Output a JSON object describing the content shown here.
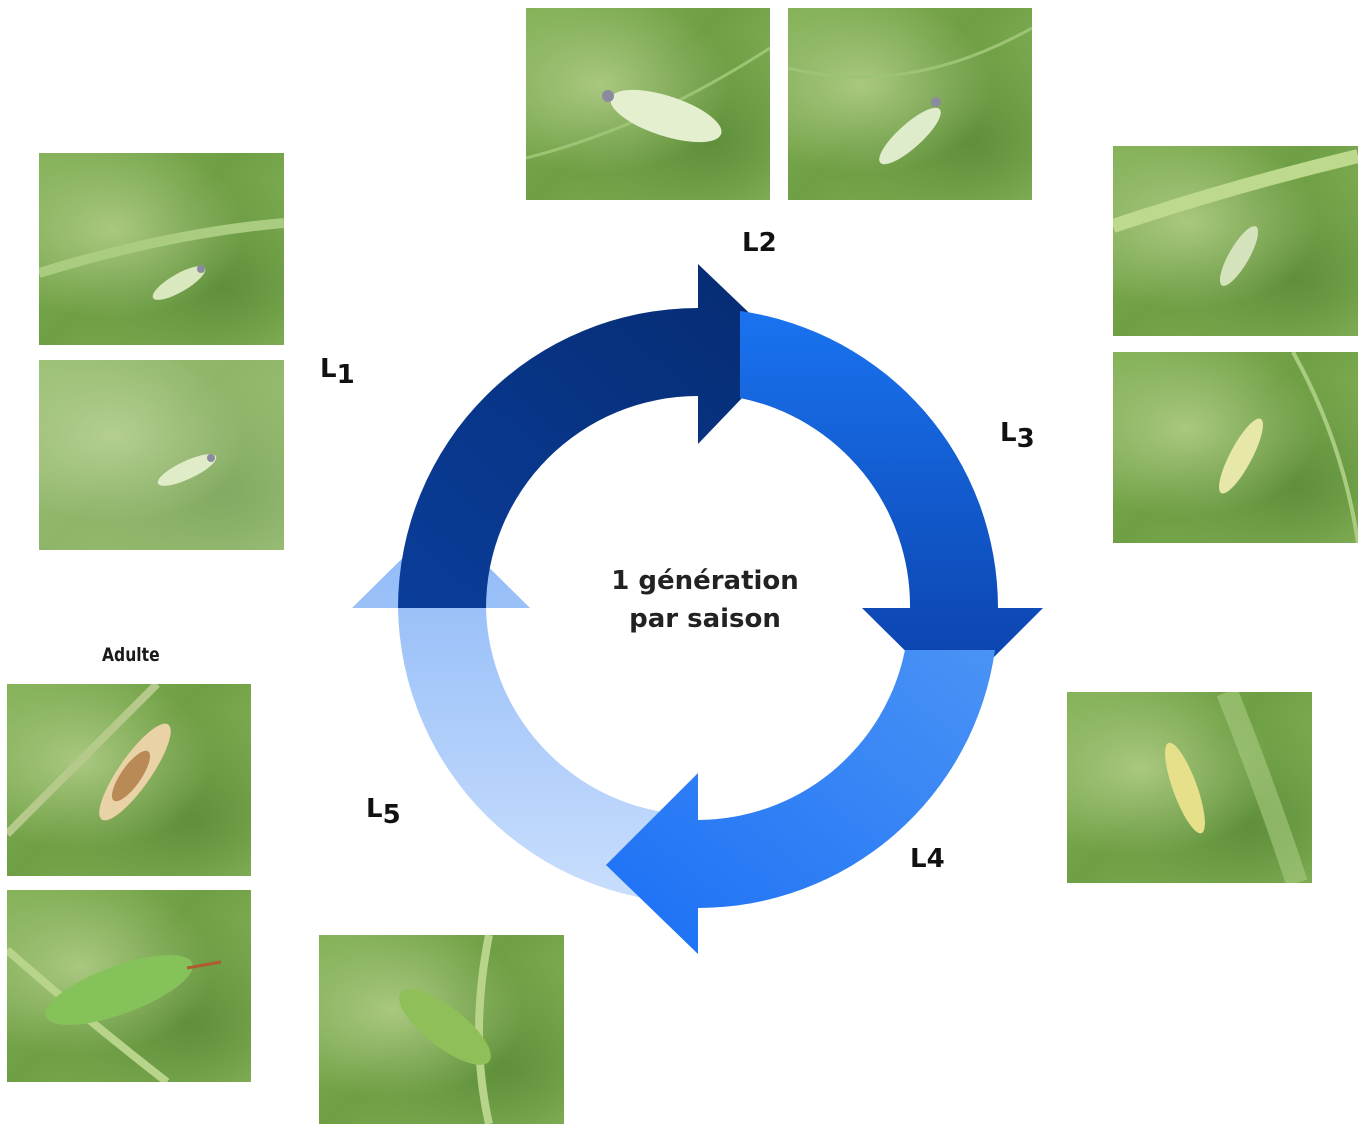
{
  "center": {
    "line1": "1 génération",
    "line2": "par saison"
  },
  "labels": {
    "l1": {
      "main": "L",
      "sub": "1"
    },
    "l2": {
      "main": "L2"
    },
    "l3": {
      "main": "L",
      "sub": "3"
    },
    "l4": {
      "main": "L4"
    },
    "l5": {
      "main": "L",
      "sub": "5"
    },
    "adult": "Adulte"
  },
  "colors": {
    "arrow_top_start": "#0a3d9a",
    "arrow_top_end": "#062b70",
    "arrow_right_start": "#1a73f0",
    "arrow_right_end": "#0a3fa8",
    "arrow_bottom_start": "#4a93f5",
    "arrow_bottom_end": "#1a6ff5",
    "arrow_left_start": "#c9defd",
    "arrow_left_end": "#8db8f7",
    "leaf_green": "#7aab4e"
  },
  "photos": [
    {
      "stage": "L2",
      "insect": "pale-white-nymph"
    },
    {
      "stage": "L2",
      "insect": "pale-white-nymph"
    },
    {
      "stage": "L1",
      "insect": "pale-nymph"
    },
    {
      "stage": "L1",
      "insect": "pale-nymph"
    },
    {
      "stage": "L3",
      "insect": "pale-nymph"
    },
    {
      "stage": "L3",
      "insect": "pale-yellow-nymph"
    },
    {
      "stage": "L4",
      "insect": "yellow-nymph"
    },
    {
      "stage": "L5",
      "insect": "green-nymph"
    },
    {
      "stage": "Adulte",
      "insect": "brown-adult"
    },
    {
      "stage": "Adulte",
      "insect": "green-adult"
    }
  ]
}
